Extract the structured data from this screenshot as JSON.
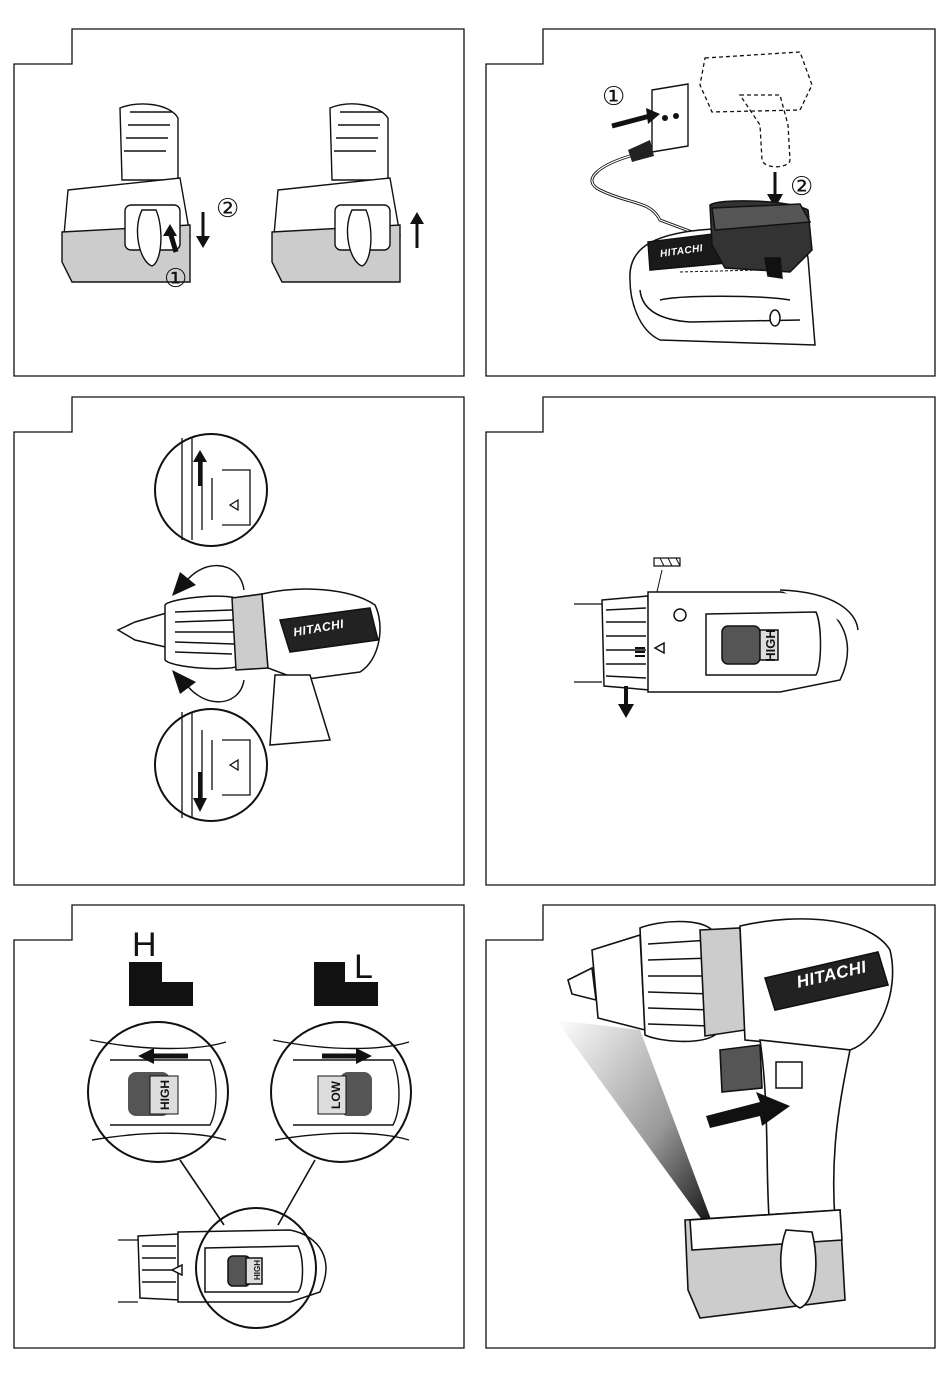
{
  "panels": {
    "p1": {
      "step1": "①",
      "step2": "②"
    },
    "p2": {
      "step1": "①",
      "step2": "②",
      "charger_brand": "HITACHI"
    },
    "p3": {
      "drill_brand": "HITACHI"
    },
    "p4": {
      "switch_label": "HIGH"
    },
    "p5": {
      "high_mark": "H",
      "low_mark": "L",
      "high_label": "HIGH",
      "low_label": "LOW",
      "drill_switch_label": "HIGH"
    },
    "p6": {
      "drill_brand": "HITACHI"
    }
  }
}
